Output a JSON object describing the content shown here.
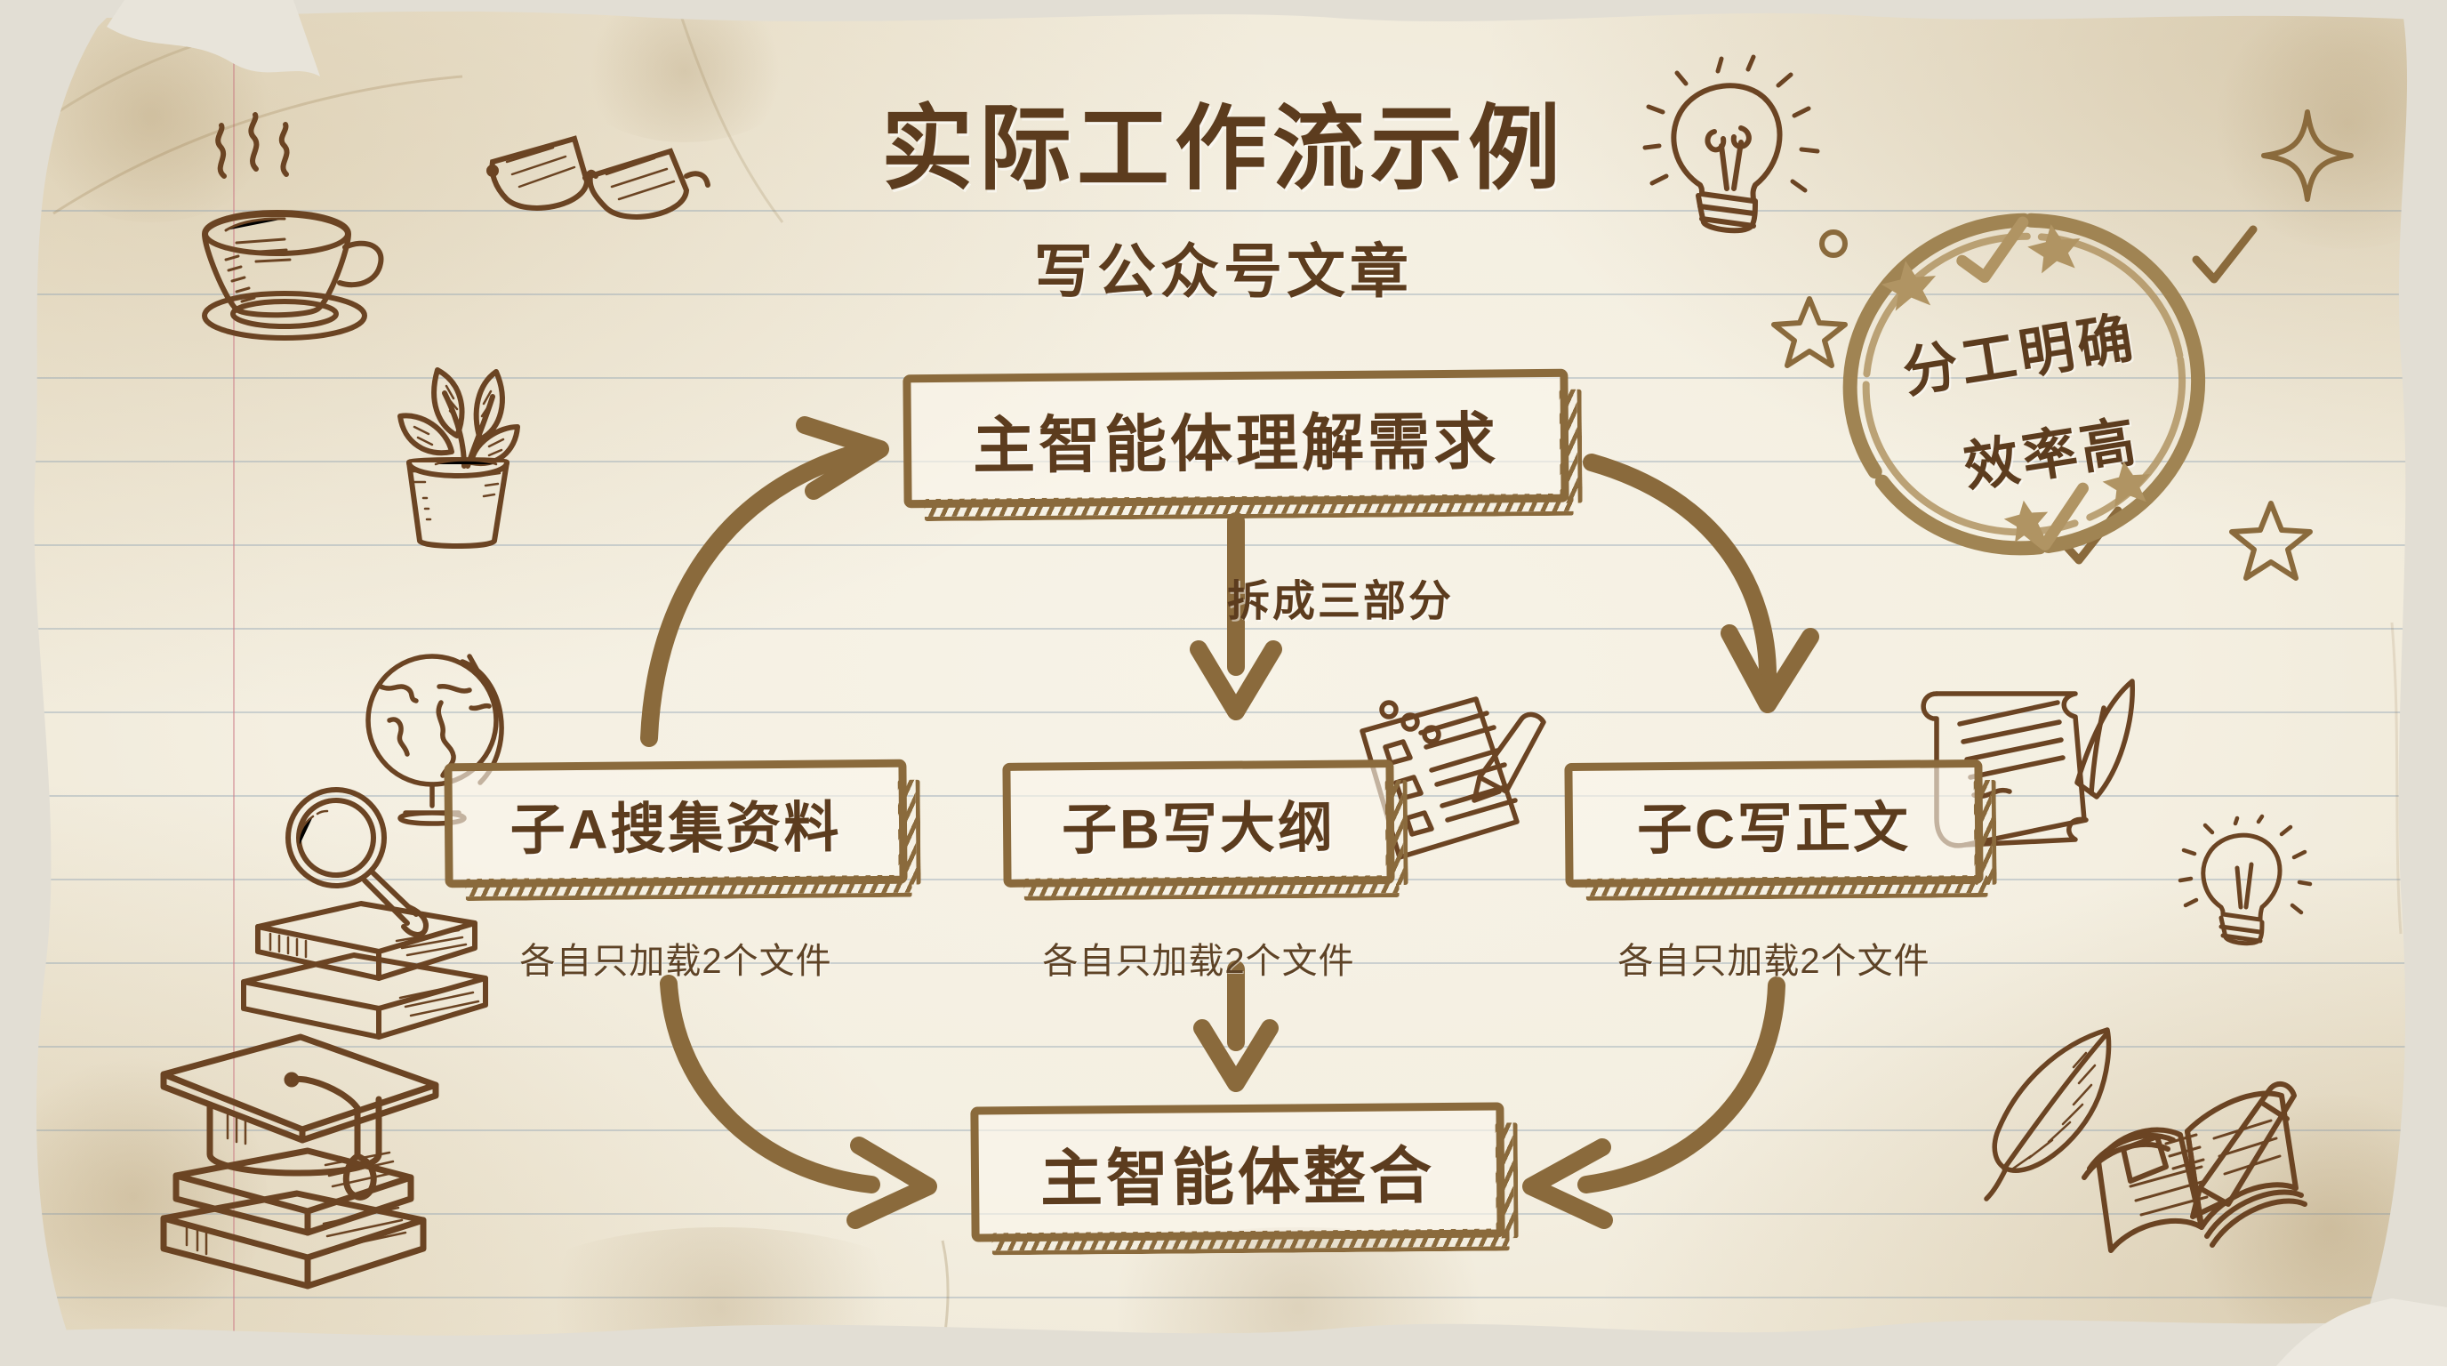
{
  "header": {
    "title": "实际工作流示例",
    "subtitle": "写公众号文章"
  },
  "flow": {
    "main_node": "主智能体理解需求",
    "split_label": "拆成三部分",
    "sub_nodes": [
      {
        "label": "子A搜集资料",
        "caption": "各自只加载2个文件"
      },
      {
        "label": "子B写大纲",
        "caption": "各自只加载2个文件"
      },
      {
        "label": "子C写正文",
        "caption": "各自只加载2个文件"
      }
    ],
    "merge_node": "主智能体整合"
  },
  "stamp": {
    "line1": "分工明确",
    "line2": "效率高"
  },
  "colors": {
    "ink_dark": "#5c3c1e",
    "ink_mid": "#8a6a3c",
    "doodle": "#6b4423",
    "paper": "#f4efe1",
    "rule_line": "#8ca0b2",
    "margin_line": "#ce848c"
  },
  "doodles": [
    "coffee-cup-icon",
    "glasses-icon",
    "potted-plant-icon",
    "globe-icon",
    "magnifier-icon",
    "book-stack-icon",
    "graduation-cap-icon",
    "lightbulb-icon",
    "notepad-icon",
    "pencil-icon",
    "scroll-icon",
    "feather-quill-icon",
    "open-book-icon",
    "pen-icon",
    "star-icon",
    "sparkle-icon",
    "check-icon"
  ]
}
